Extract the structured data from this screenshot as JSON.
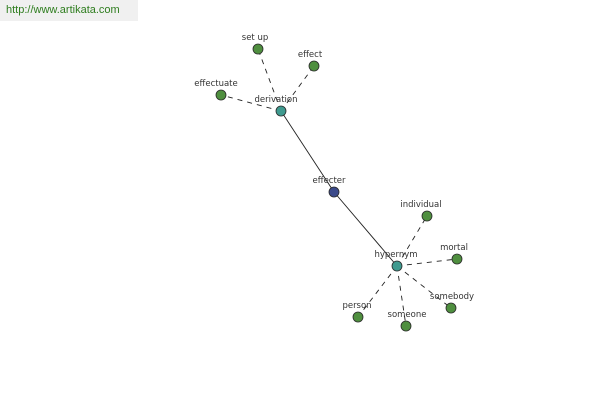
{
  "watermark": {
    "text": "http://www.artikata.com"
  },
  "colors": {
    "center_node": "#3b4a8a",
    "relation_node": "#3f9a8f",
    "leaf_node": "#4f8f3f",
    "node_outline": "#2a2a2a",
    "edge": "#222222"
  },
  "graph": {
    "center": {
      "id": "center",
      "label": "effecter"
    },
    "relations": [
      {
        "id": "rel-derivation",
        "label": "derivation"
      },
      {
        "id": "rel-hypernym",
        "label": "hypernym"
      }
    ],
    "leaves": [
      {
        "id": "leaf-set-up",
        "label": "set up",
        "relation": "rel-derivation"
      },
      {
        "id": "leaf-effect",
        "label": "effect",
        "relation": "rel-derivation"
      },
      {
        "id": "leaf-effectuate",
        "label": "effectuate",
        "relation": "rel-derivation"
      },
      {
        "id": "leaf-individual",
        "label": "individual",
        "relation": "rel-hypernym"
      },
      {
        "id": "leaf-mortal",
        "label": "mortal",
        "relation": "rel-hypernym"
      },
      {
        "id": "leaf-somebody",
        "label": "somebody",
        "relation": "rel-hypernym"
      },
      {
        "id": "leaf-someone",
        "label": "someone",
        "relation": "rel-hypernym"
      },
      {
        "id": "leaf-person",
        "label": "person",
        "relation": "rel-hypernym"
      }
    ]
  }
}
